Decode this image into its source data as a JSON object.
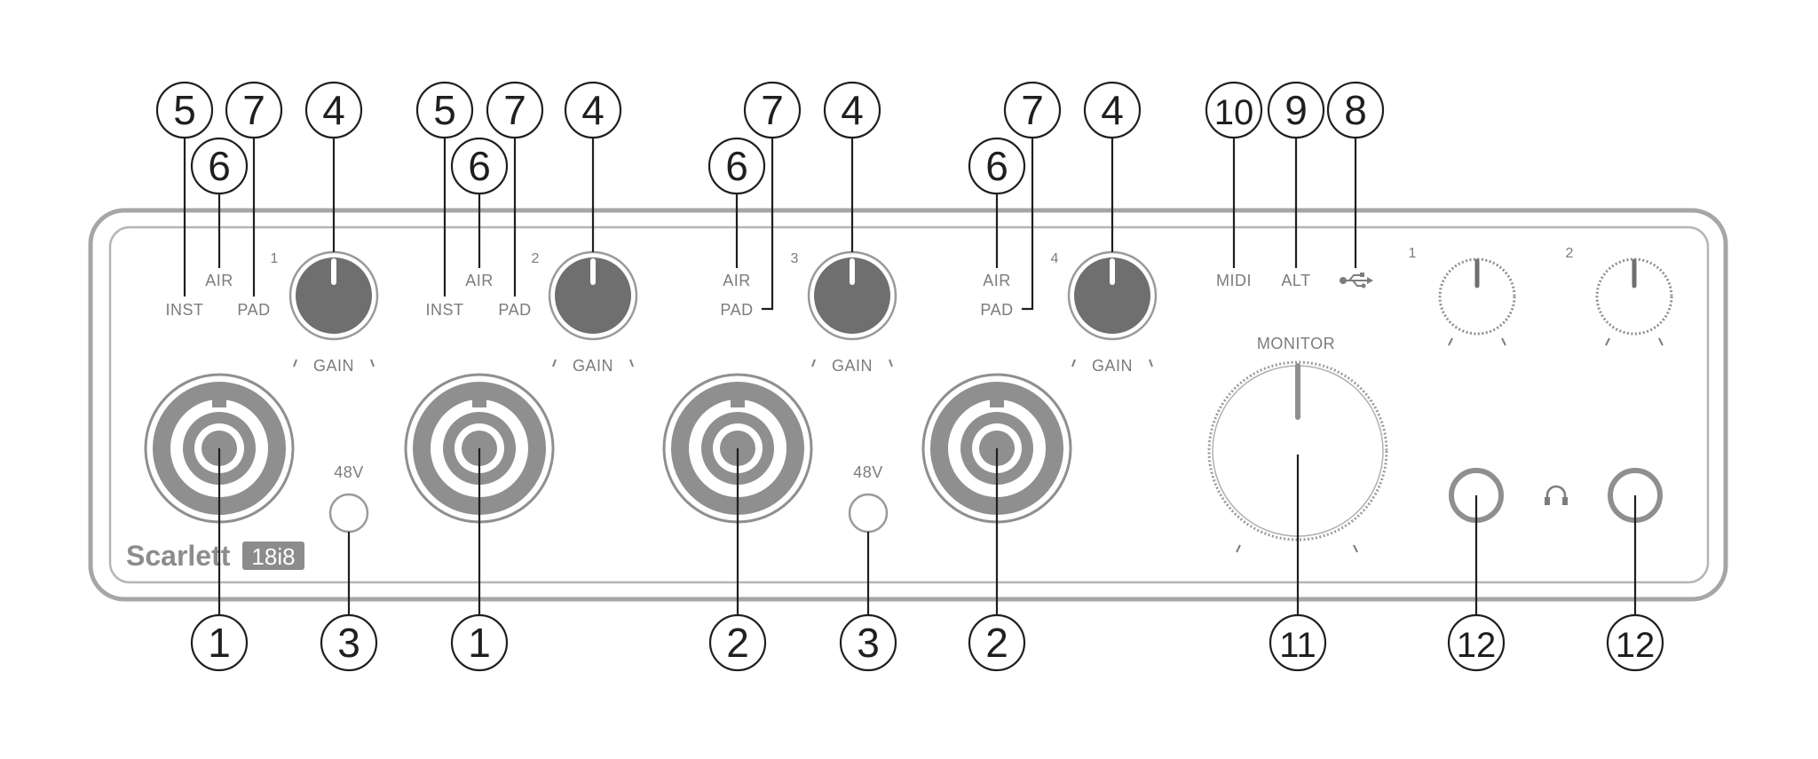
{
  "device": {
    "brand": "Scarlett",
    "model": "18i8",
    "colors": {
      "panel_stroke": "#a6a6a6",
      "knob_fill": "#6f6f6f",
      "label_text": "#7c7c7c",
      "callout": "#1f1f1f"
    }
  },
  "labels": {
    "inst": "INST",
    "air": "AIR",
    "pad": "PAD",
    "gain": "GAIN",
    "phantom": "48V",
    "midi": "MIDI",
    "alt": "ALT",
    "monitor": "MONITOR"
  },
  "channel_numbers": [
    "1",
    "2",
    "3",
    "4"
  ],
  "headphone_numbers": [
    "1",
    "2"
  ],
  "icons": {
    "usb": "usb-icon",
    "headphones": "headphones-icon"
  },
  "callouts": {
    "top": [
      "5",
      "7",
      "6",
      "4",
      "5",
      "6",
      "7",
      "4",
      "7",
      "6",
      "4",
      "7",
      "6",
      "4",
      "10",
      "9",
      "8"
    ],
    "bottom": [
      "1",
      "3",
      "1",
      "2",
      "3",
      "2",
      "11",
      "12",
      "12"
    ]
  }
}
